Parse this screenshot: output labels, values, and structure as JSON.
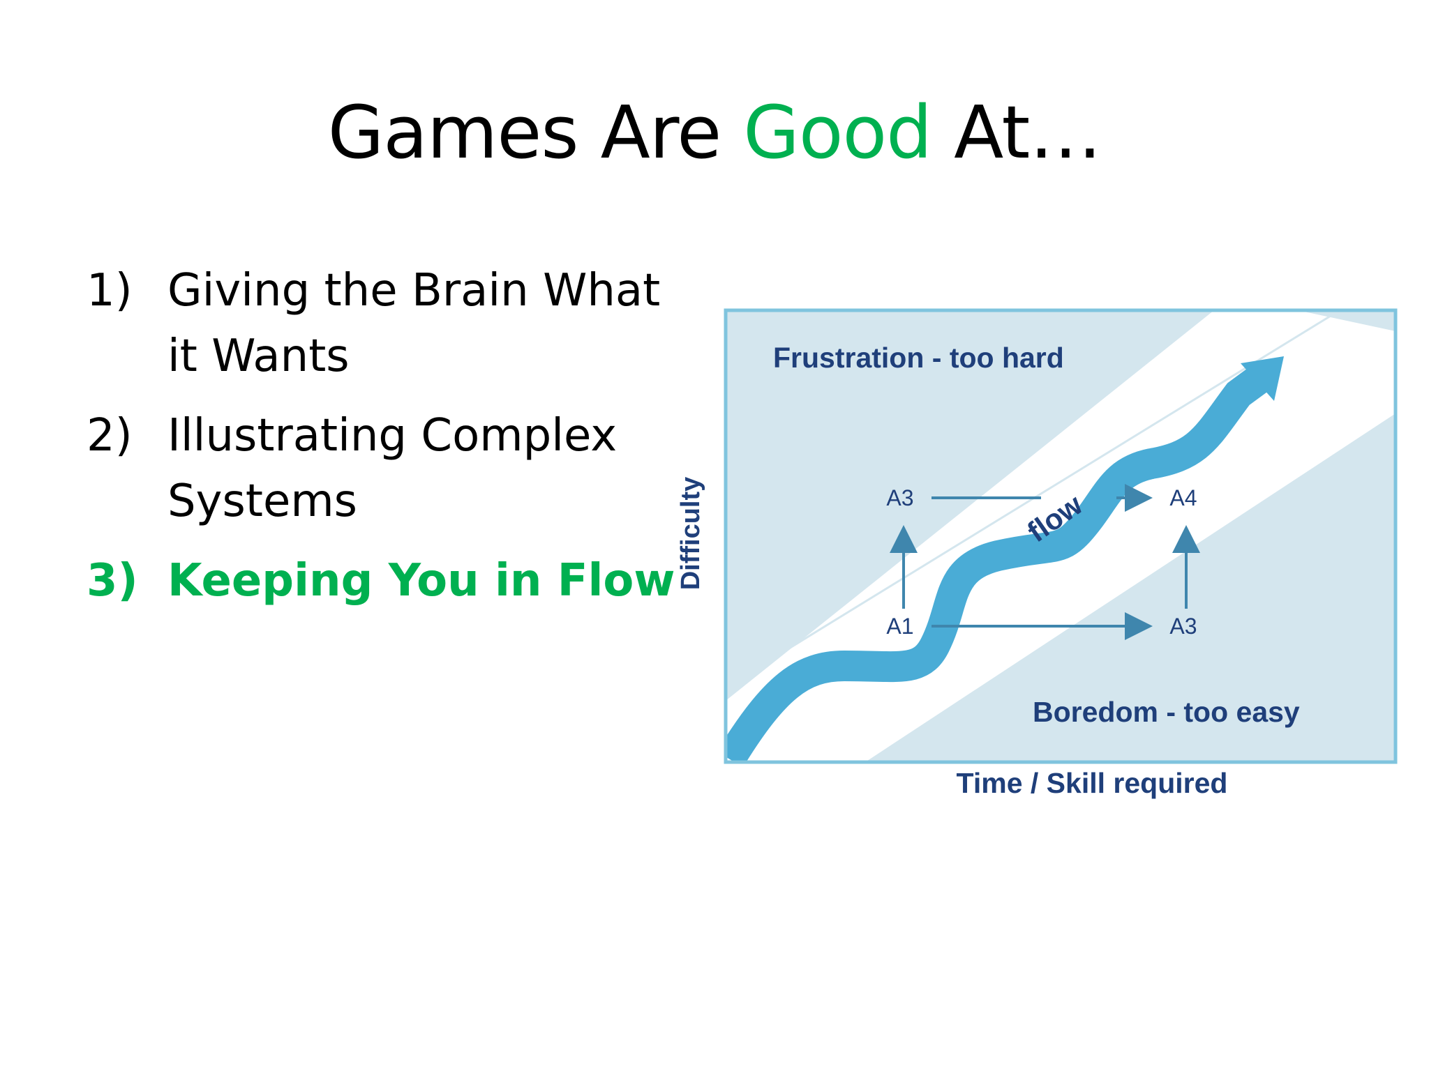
{
  "slide": {
    "title": {
      "before": "Games Are ",
      "highlight": "Good",
      "after": " At…"
    },
    "items": [
      {
        "number": "1)",
        "lines": [
          "Giving the Brain What",
          "it Wants"
        ]
      },
      {
        "number": "2)",
        "lines": [
          "Illustrating Complex",
          "Systems"
        ]
      },
      {
        "number": "3)",
        "lines": [
          "Keeping You in Flow"
        ]
      }
    ]
  },
  "diagram": {
    "zone_top_label": "Frustration - too hard",
    "zone_bottom_label": "Boredom - too easy",
    "flow_label": "flow",
    "ylabel": "Difficulty",
    "xlabel": "Time / Skill required",
    "nodes": {
      "a1": "A1",
      "a3_top": "A3",
      "a4": "A4",
      "a3_right": "A3"
    },
    "colors": {
      "zone": "#d4e6ee",
      "channel": "#ffffff",
      "flow": "#4aacd6",
      "border": "#7fc4de",
      "text": "#1f3f7a",
      "arrow": "#3f86ad",
      "accent": "#00b050"
    }
  }
}
